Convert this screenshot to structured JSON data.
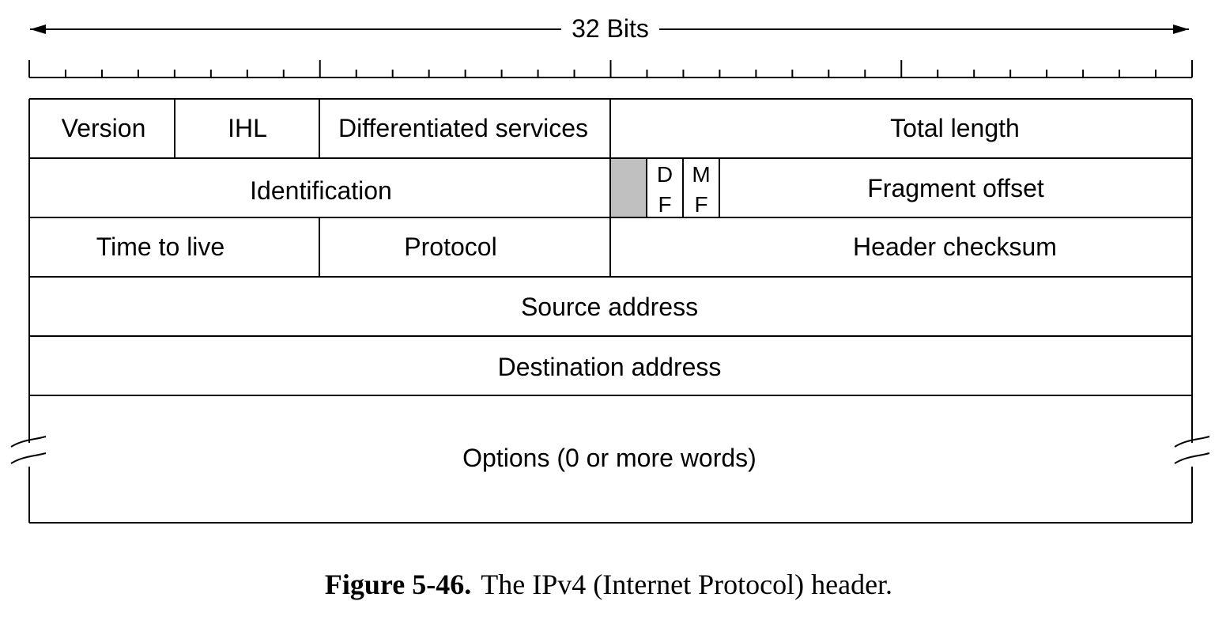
{
  "width_label": "32 Bits",
  "bits": 32,
  "fields": {
    "version": "Version",
    "ihl": "IHL",
    "diff_services": "Differentiated services",
    "total_length": "Total length",
    "identification": "Identification",
    "df_top": "D",
    "df_bottom": "F",
    "mf_top": "M",
    "mf_bottom": "F",
    "fragment_offset": "Fragment offset",
    "ttl": "Time to live",
    "protocol": "Protocol",
    "header_checksum": "Header checksum",
    "source_address": "Source address",
    "destination_address": "Destination address",
    "options": "Options (0 or more words)"
  },
  "reserved_bit_color": "#c0c0c0",
  "caption": {
    "number": "Figure 5-46.",
    "text": "The IPv4 (Internet Protocol) header."
  }
}
